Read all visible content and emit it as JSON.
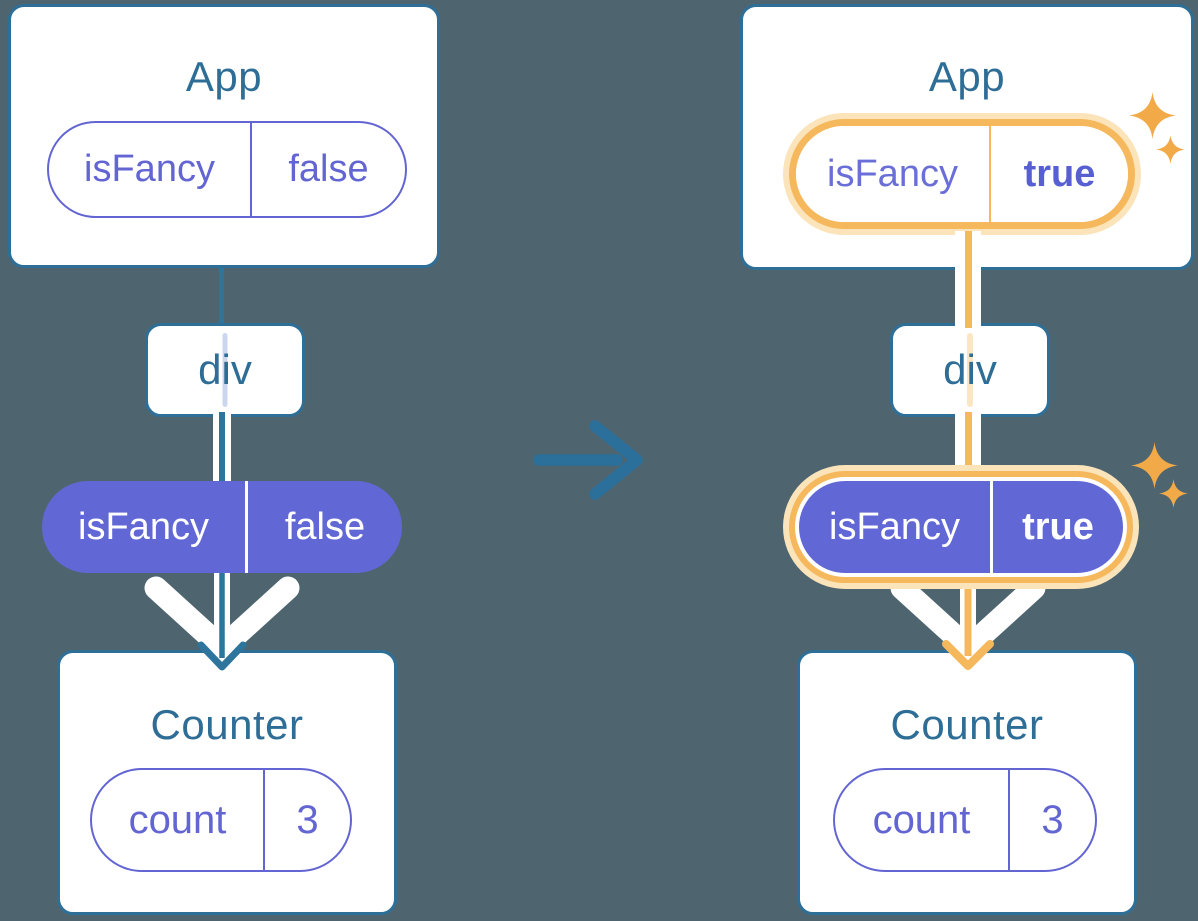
{
  "diagram_title": "isFancy prop change across component tree (before and after)",
  "colors": {
    "background": "#4E6570",
    "card_border": "#2E6F97",
    "heading_text": "#2E6E96",
    "purple_outline": "#6365D2",
    "purple_fill": "#6168D6",
    "teal_connector": "#2E759E",
    "transition_arrow": "#2B6F9B",
    "highlight_orange": "#F6B85C",
    "highlight_halo": "#FBE3BA",
    "sparkle_orange": "#F2A948",
    "faint_line_blue": "#CCD6EE",
    "faint_line_orange": "#FBE6C4",
    "white": "#FFFFFF"
  },
  "before": {
    "app": {
      "title": "App",
      "prop": {
        "name": "isFancy",
        "value": "false"
      }
    },
    "div_label": "div",
    "passed_prop": {
      "name": "isFancy",
      "value": "false"
    },
    "counter": {
      "title": "Counter",
      "state": {
        "name": "count",
        "value": "3"
      }
    }
  },
  "after": {
    "app": {
      "title": "App",
      "prop": {
        "name": "isFancy",
        "value": "true"
      }
    },
    "div_label": "div",
    "passed_prop": {
      "name": "isFancy",
      "value": "true"
    },
    "counter": {
      "title": "Counter",
      "state": {
        "name": "count",
        "value": "3"
      }
    }
  },
  "icons": {
    "transition": "right-arrow-icon",
    "sparkles": "sparkle-icon",
    "flow": "down-chevron-arrow-icon"
  }
}
